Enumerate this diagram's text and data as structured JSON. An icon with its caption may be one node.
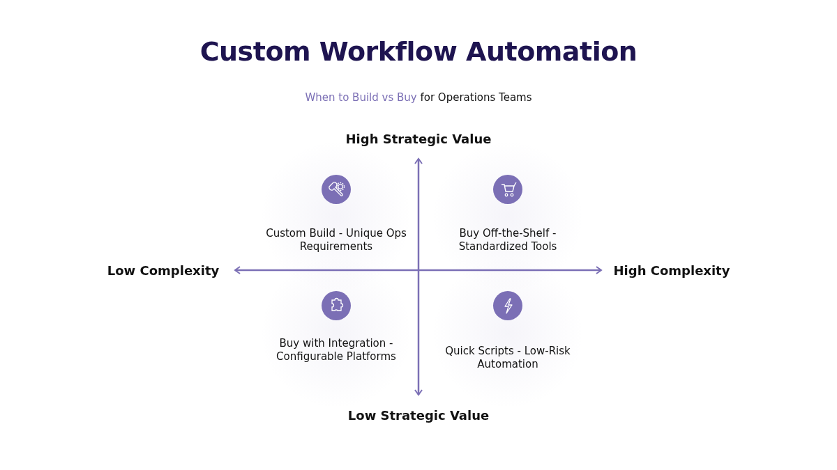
{
  "diagram": {
    "title": "Custom Workflow Automation",
    "nodes": [
      {
        "text": [
          "Custom Build - Unique Ops Requirements"
        ]
      },
      {
        "text": [
          "Buy Off-the-Shelf - Standardized Tools"
        ]
      },
      {
        "text": [
          "Buy with Integration - Configurable Platforms"
        ]
      },
      {
        "text": [
          "Quick Scripts - Low-Risk Automation"
        ]
      }
    ],
    "edges": [],
    "labels": [
      "When to Build vs Buy",
      "for Operations Teams",
      "High Strategic Value",
      "Low Complexity",
      "High Complexity",
      "Low Strategic Value"
    ]
  }
}
